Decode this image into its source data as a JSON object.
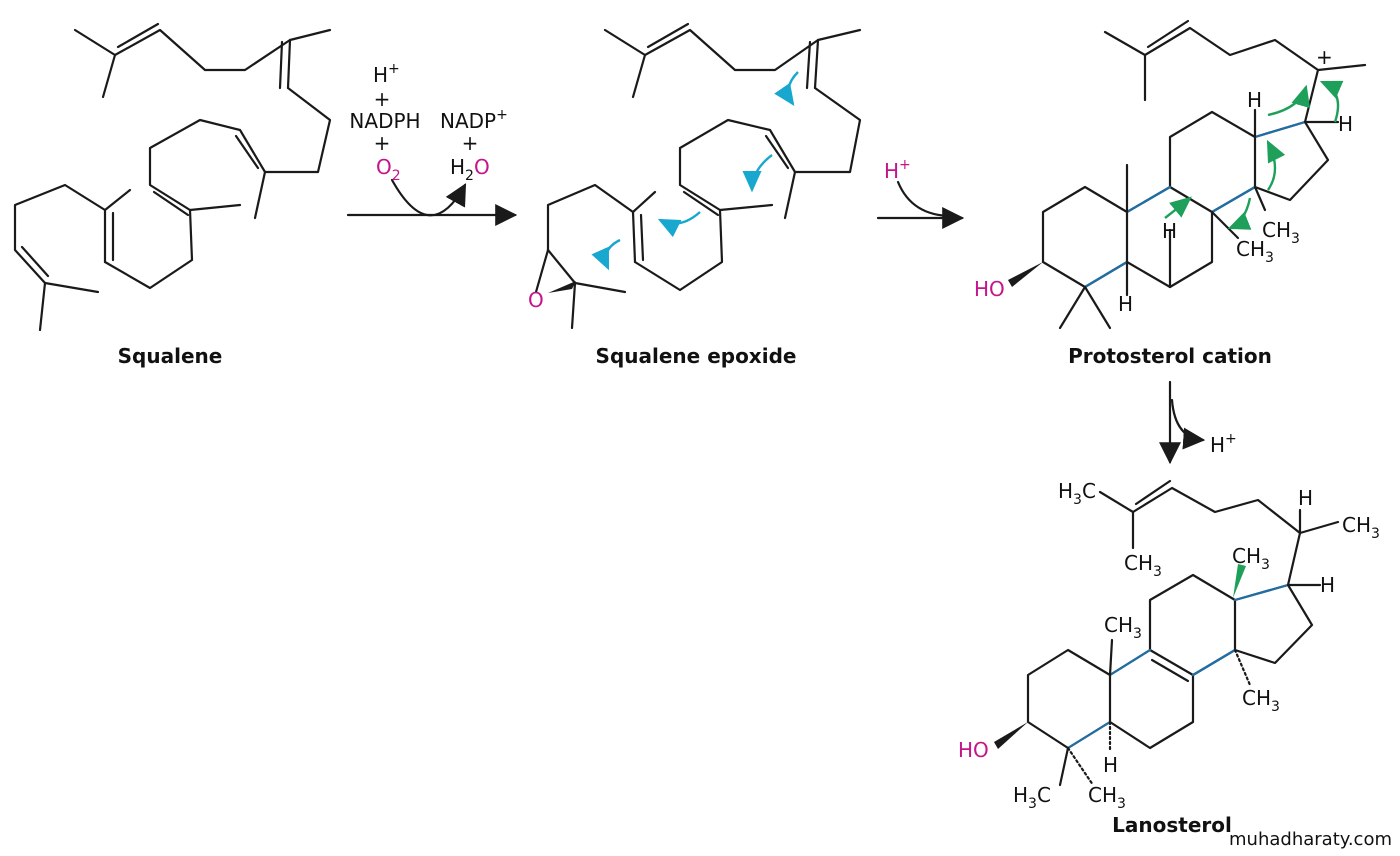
{
  "labels": {
    "squalene": "Squalene",
    "squalene_epoxide": "Squalene epoxide",
    "protosterol_cation": "Protosterol cation",
    "lanosterol": "Lanosterol"
  },
  "reagents": {
    "h_plus": "H",
    "plus_sign": "+",
    "nadph": "NADPH",
    "o2": "O",
    "nadp_plus": "NADP",
    "h2o_h": "H",
    "h2o_o": "O",
    "sub2": "2",
    "sup_plus": "+"
  },
  "atoms": {
    "o": "O",
    "ho": "HO",
    "h": "H",
    "ch3": "CH",
    "h3c": "H",
    "c": "C",
    "sub3": "3",
    "plus": "+"
  },
  "watermark": "muhadharaty.com",
  "colors": {
    "magenta": "#c4158a",
    "blue_bond": "#1f6fa6",
    "cyan_arrow": "#18a7cf",
    "green_arrow": "#1ea05a"
  }
}
